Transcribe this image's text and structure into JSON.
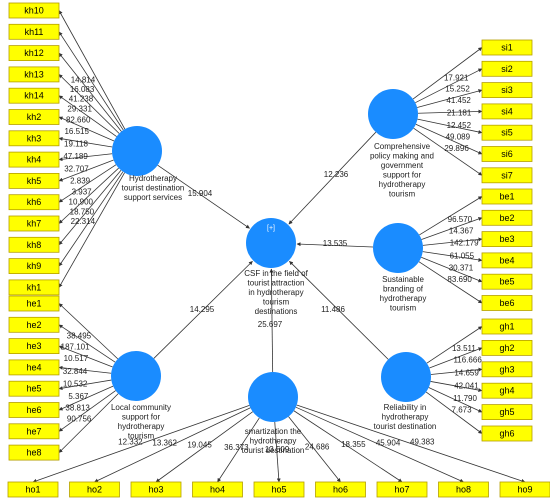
{
  "latent": {
    "hts": {
      "label": [
        "Hydrotherapy",
        "tourist destination",
        "support services"
      ]
    },
    "cpm": {
      "label": [
        "Comprehensive",
        "policy making and",
        "government",
        "support for",
        "hydrotherapy",
        "tourism"
      ]
    },
    "csf": {
      "badge": "[+]",
      "label": [
        "CSF  in the field of",
        "tourist attraction",
        "in hydrotherapy",
        "tourism",
        "destinations"
      ]
    },
    "sb": {
      "label": [
        "Sustainable",
        "branding of",
        "hydrotherapy",
        "tourism"
      ]
    },
    "lcs": {
      "label": [
        "Local community",
        "support for",
        "hydrotherapy",
        "tourism"
      ]
    },
    "smart": {
      "label": [
        "smartization the",
        "hydrotherapy",
        "tourist destination"
      ]
    },
    "rel": {
      "label": [
        "Reliability in",
        "hydrotherapy",
        "tourist destination"
      ]
    }
  },
  "structural_paths": [
    {
      "from": "hts",
      "to": "csf",
      "value": "15.904"
    },
    {
      "from": "cpm",
      "to": "csf",
      "value": "12.236"
    },
    {
      "from": "sb",
      "to": "csf",
      "value": "13.535"
    },
    {
      "from": "lcs",
      "to": "csf",
      "value": "14.295"
    },
    {
      "from": "smart",
      "to": "csf",
      "value": "25.697"
    },
    {
      "from": "rel",
      "to": "csf",
      "value": "11.486"
    }
  ],
  "indicator_groups": [
    {
      "construct": "hts",
      "items": [
        {
          "name": "kh10",
          "value": "14.814"
        },
        {
          "name": "kh11",
          "value": "16.083"
        },
        {
          "name": "kh12",
          "value": "41.238"
        },
        {
          "name": "kh13",
          "value": "29.331"
        },
        {
          "name": "kh14",
          "value": "82.660"
        },
        {
          "name": "kh2",
          "value": "16.515"
        },
        {
          "name": "kh3",
          "value": "19.118"
        },
        {
          "name": "kh4",
          "value": "47.189"
        },
        {
          "name": "kh5",
          "value": "32.707"
        },
        {
          "name": "kh6",
          "value": "2.839"
        },
        {
          "name": "kh7",
          "value": "3.937"
        },
        {
          "name": "kh8",
          "value": "10.900"
        },
        {
          "name": "kh9",
          "value": "18.750"
        },
        {
          "name": "kh1",
          "value": "22.314"
        }
      ]
    },
    {
      "construct": "cpm",
      "items": [
        {
          "name": "si1",
          "value": "17.921"
        },
        {
          "name": "si2",
          "value": "15.252"
        },
        {
          "name": "si3",
          "value": "41.452"
        },
        {
          "name": "si4",
          "value": "21.181"
        },
        {
          "name": "si5",
          "value": "12.452"
        },
        {
          "name": "si6",
          "value": "49.089"
        },
        {
          "name": "si7",
          "value": "29.896"
        }
      ]
    },
    {
      "construct": "sb",
      "items": [
        {
          "name": "be1",
          "value": "96.570"
        },
        {
          "name": "be2",
          "value": "14.367"
        },
        {
          "name": "be3",
          "value": "142.179"
        },
        {
          "name": "be4",
          "value": "61.055"
        },
        {
          "name": "be5",
          "value": "30.371"
        },
        {
          "name": "be6",
          "value": "83.690"
        }
      ]
    },
    {
      "construct": "lcs",
      "items": [
        {
          "name": "he1",
          "value": "38.495"
        },
        {
          "name": "he2",
          "value": "187.101"
        },
        {
          "name": "he3",
          "value": "10.517"
        },
        {
          "name": "he4",
          "value": "32.844"
        },
        {
          "name": "he5",
          "value": "10.532"
        },
        {
          "name": "he6",
          "value": "5.367"
        },
        {
          "name": "he7",
          "value": "38.813"
        },
        {
          "name": "he8",
          "value": "90.756"
        }
      ]
    },
    {
      "construct": "rel",
      "items": [
        {
          "name": "gh1",
          "value": "13.511"
        },
        {
          "name": "gh2",
          "value": "116.666"
        },
        {
          "name": "gh3",
          "value": "14.659"
        },
        {
          "name": "gh4",
          "value": "42.041"
        },
        {
          "name": "gh5",
          "value": "11.790"
        },
        {
          "name": "gh6",
          "value": "7.673"
        }
      ]
    },
    {
      "construct": "smart",
      "items": [
        {
          "name": "ho1",
          "value": "12.332"
        },
        {
          "name": "ho2",
          "value": "13.362"
        },
        {
          "name": "ho3",
          "value": "19.045"
        },
        {
          "name": "ho4",
          "value": "36.373"
        },
        {
          "name": "ho5",
          "value": "13.509"
        },
        {
          "name": "ho6",
          "value": "24.686"
        },
        {
          "name": "ho7",
          "value": "18.355"
        },
        {
          "name": "ho8",
          "value": "45.904"
        },
        {
          "name": "ho9",
          "value": "49.383"
        }
      ]
    }
  ],
  "colors": {
    "construct": "#1a8cff",
    "indicator": "#ffff00",
    "indicator_border": "#b59f00",
    "edge": "#333333"
  }
}
